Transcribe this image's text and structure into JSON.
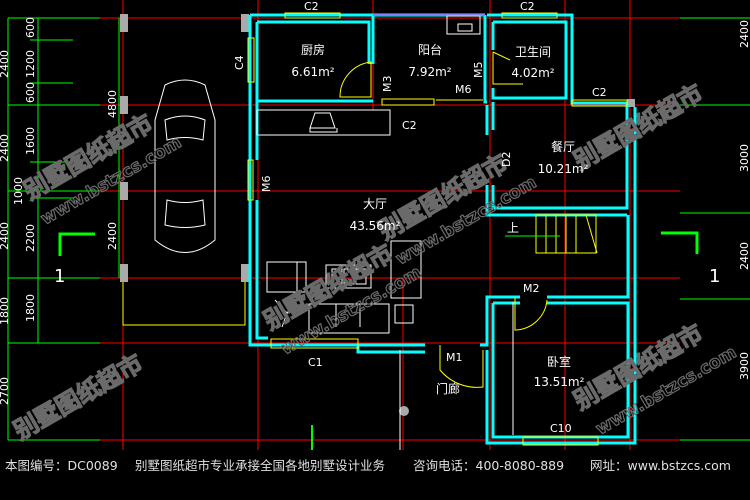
{
  "footer": {
    "drawing_no": "本图编号：DC0089",
    "slogan": "别墅图纸超市专业承接全国各地别墅设计业务",
    "phone": "咨询电话：400-8080-889",
    "website": "网址：www.bstzcs.com"
  },
  "watermark": {
    "brand": "别墅图纸超市",
    "url": "www.bstzcs.com"
  },
  "rooms": [
    {
      "name": "厨房",
      "area": "6.61m²"
    },
    {
      "name": "阳台",
      "area": "7.92m²"
    },
    {
      "name": "卫生间",
      "area": "4.02m²"
    },
    {
      "name": "餐厅",
      "area": "10.21m²"
    },
    {
      "name": "大厅",
      "area": "43.56m²"
    },
    {
      "name": "卧室",
      "area": "13.51m²"
    },
    {
      "name": "门廊"
    }
  ],
  "openings": [
    "C2",
    "C2",
    "C2",
    "C2",
    "C4",
    "M3",
    "M5",
    "M6",
    "D2",
    "M6",
    "C1",
    "M1",
    "M2",
    "C10"
  ],
  "stairs_label": "上",
  "section_marks": [
    "1",
    "1"
  ],
  "dims_left_outer": [
    "2400",
    "2400",
    "2400",
    "1800",
    "2700"
  ],
  "dims_left_inner": [
    "600",
    "1200",
    "600",
    "1600",
    "1000",
    "2200",
    "1800"
  ],
  "dims_left_car": [
    "4800",
    "2400"
  ],
  "dims_right": [
    "2400",
    "3000",
    "2400",
    "3900"
  ],
  "colors": {
    "wall": "#00ffff",
    "grid": "#ff0000",
    "dim": "#00ff00",
    "window": "#ffff00",
    "furniture": "#ffffff",
    "watermark": "#6a6a6a"
  }
}
